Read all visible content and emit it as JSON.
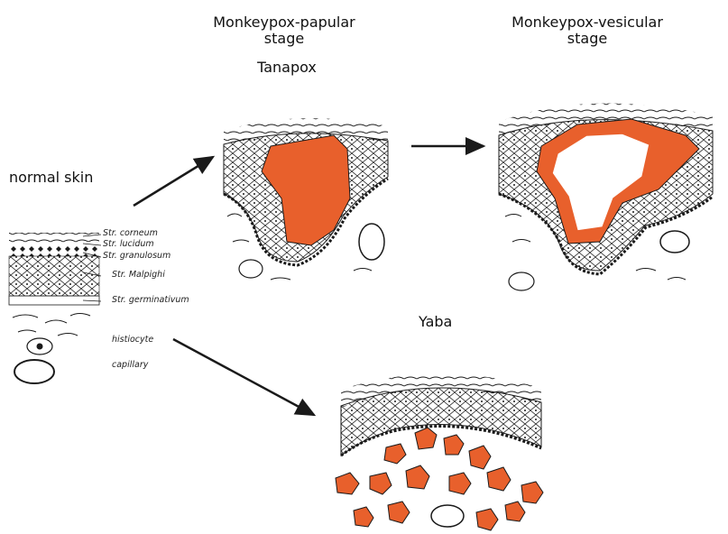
{
  "labels": {
    "normal_skin": "normal skin",
    "papular_line1": "Monkeypox-papular",
    "papular_line2": "stage",
    "tanapox": "Tanapox",
    "vesicular_line1": "Monkeypox-vesicular",
    "vesicular_line2": "stage",
    "yaba": "Yaba"
  },
  "layers": {
    "corneum": "Str. corneum",
    "lucidum": "Str. lucidum",
    "granulosum": "Str. granulosum",
    "malpighi": "Str. Malpighi",
    "germinativum": "Str. germinativum",
    "histiocyte": "histiocyte",
    "capillary": "capillary"
  },
  "colors": {
    "lesion": "#e8602c",
    "ink": "#1a1a1a",
    "background": "#ffffff"
  }
}
